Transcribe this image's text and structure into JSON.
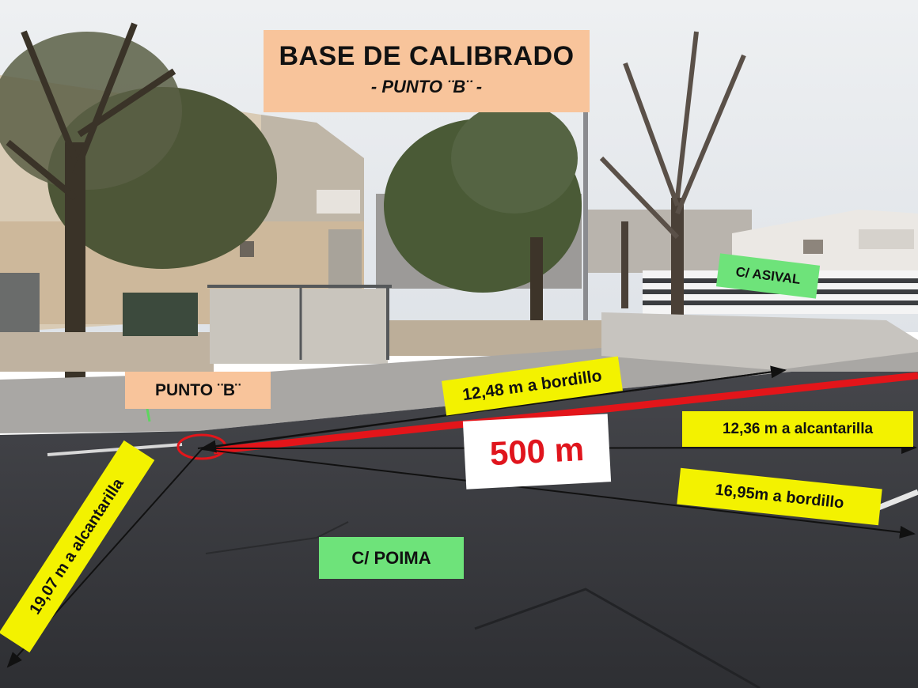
{
  "title": {
    "main": "BASE DE CALIBRADO",
    "sub": "- PUNTO ¨B¨ -"
  },
  "point_label": "PUNTO ¨B¨",
  "streets": {
    "asival": "C/ ASIVAL",
    "poima": "C/ POIMA"
  },
  "distance": "500 m",
  "measurements": {
    "bordillo_1": "12,48 m a bordillo",
    "alcantarilla_1": "12,36 m a alcantarilla",
    "bordillo_2": "16,95m a bordillo",
    "alcantarilla_2": "19,07 m a alcantarilla"
  },
  "colors": {
    "title_bg": "#f8c49b",
    "street_bg": "#6ee37a",
    "measure_bg": "#f3f200",
    "distance_text": "#e0151d",
    "direction_line": "#e3151a"
  }
}
